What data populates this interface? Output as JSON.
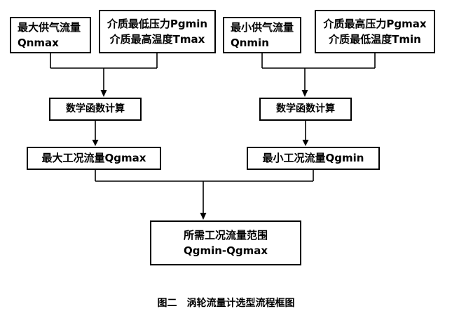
{
  "diagram": {
    "boxes": {
      "qnmax": {
        "line1": "最大供气流量",
        "line2": "Qnmax"
      },
      "pgmin_tmax": {
        "line1": "介质最低压力Pgmin",
        "line2": "介质最高温度Tmax"
      },
      "qnmin": {
        "line1": "最小供气流量",
        "line2": "Qnmin"
      },
      "pgmax_tmin": {
        "line1": "介质最高压力Pgmax",
        "line2": "介质最低温度Tmin"
      },
      "calc_left": {
        "label": "数学函数计算"
      },
      "calc_right": {
        "label": "数学函数计算"
      },
      "qgmax": {
        "label": "最大工况流量Qgmax"
      },
      "qgmin": {
        "label": "最小工况流量Qgmin"
      },
      "final": {
        "line1": "所需工况流量范围",
        "line2": "Qgmin-Qgmax"
      }
    },
    "caption": "图二　涡轮流量计选型流程框图",
    "colors": {
      "background": "#ffffff",
      "box_border": "#000000",
      "connector": "#000000",
      "text": "#000000"
    }
  }
}
